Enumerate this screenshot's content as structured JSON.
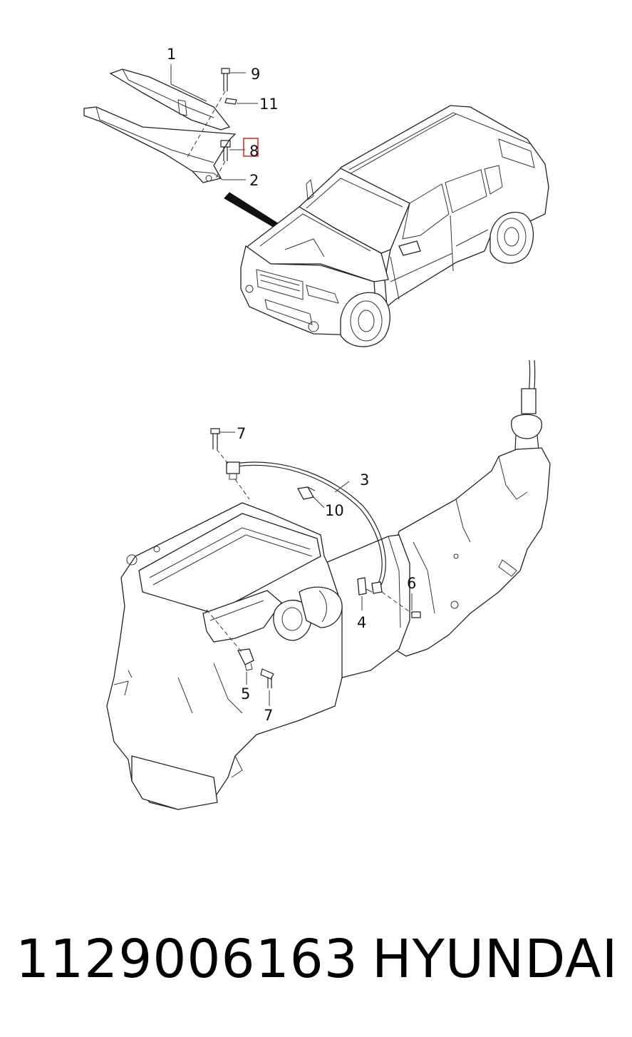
{
  "callouts": [
    {
      "id": "c1",
      "label": "1"
    },
    {
      "id": "c9",
      "label": "9"
    },
    {
      "id": "c11",
      "label": "11"
    },
    {
      "id": "c8",
      "label": "8"
    },
    {
      "id": "c2",
      "label": "2"
    },
    {
      "id": "c7a",
      "label": "7"
    },
    {
      "id": "c3",
      "label": "3"
    },
    {
      "id": "c10",
      "label": "10"
    },
    {
      "id": "c6",
      "label": "6"
    },
    {
      "id": "c4",
      "label": "4"
    },
    {
      "id": "c5",
      "label": "5"
    },
    {
      "id": "c7b",
      "label": "7"
    }
  ],
  "caption": {
    "part_number": "1129006163",
    "brand": "HYUNDAI"
  },
  "colors": {
    "line": "#222222",
    "highlight": "#e03030",
    "background": "#ffffff"
  }
}
